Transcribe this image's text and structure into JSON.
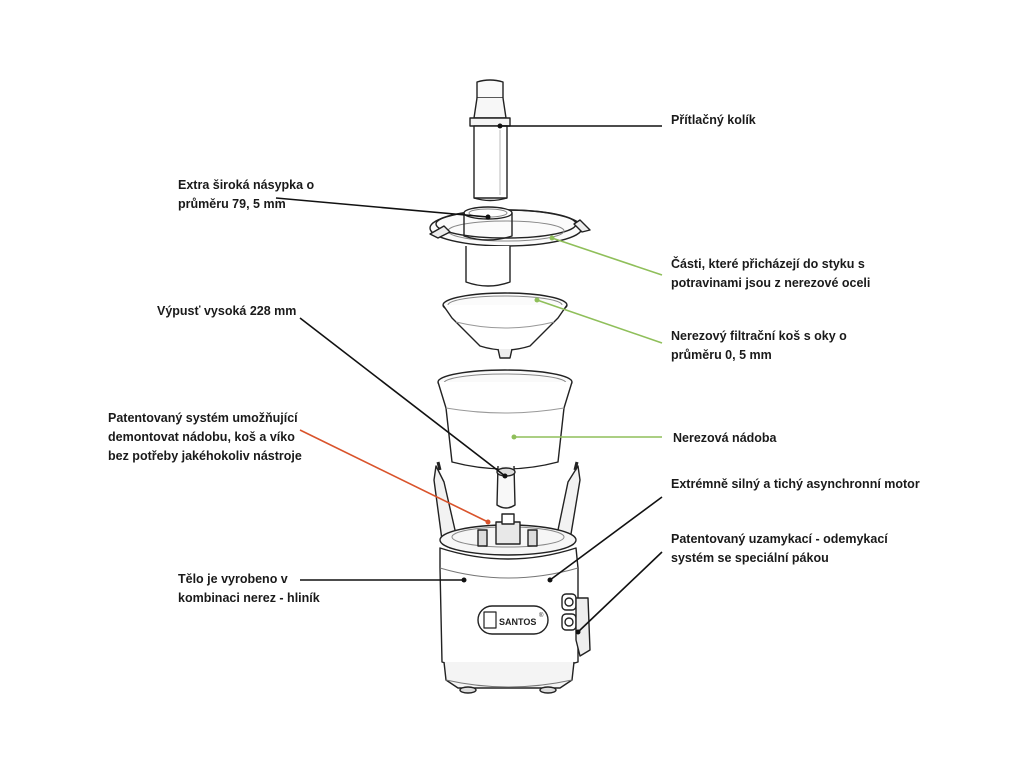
{
  "labels": {
    "plunger": [
      "Přítlačný kolík"
    ],
    "feed_tube": [
      "Extra široká násypka o",
      "průměru 79, 5 mm"
    ],
    "food_parts": [
      "Části, které přicházejí do styku s",
      "potravinami jsou z nerezové oceli"
    ],
    "spout": [
      "Výpusť vysoká 228 mm"
    ],
    "filter_basket": [
      "Nerezový filtrační koš s oky o",
      "průměru 0, 5 mm"
    ],
    "patent_system": [
      "Patentovaný systém umožňující",
      "demontovat nádobu, koš a víko",
      "bez potřeby jakéhokoliv nástroje"
    ],
    "bowl": [
      "Nerezová nádoba"
    ],
    "motor": [
      "Extrémně silný a tichý asynchronní motor"
    ],
    "lock_system": [
      "Patentovaný uzamykací - odemykací",
      "systém se speciální pákou"
    ],
    "body": [
      "Tělo je vyrobeno v",
      "kombinaci nerez - hliník"
    ]
  },
  "brand": "SANTOS",
  "colors": {
    "leader_black": "#111111",
    "leader_green": "#8fbf5a",
    "leader_orange": "#d9532b",
    "outline": "#222222"
  }
}
